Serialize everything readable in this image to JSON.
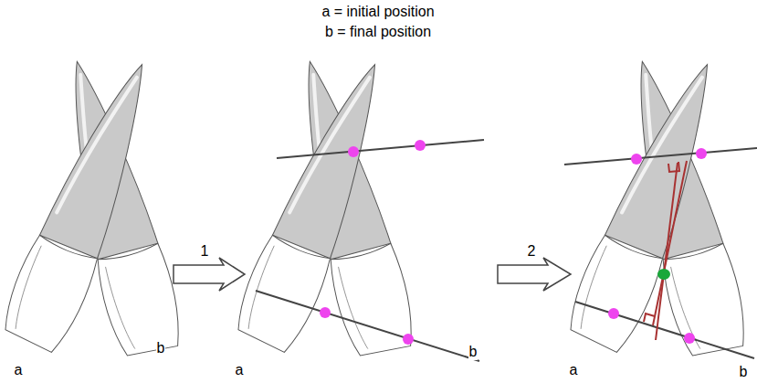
{
  "diagram": {
    "labels": [
      "a = initial position",
      "b = final position",
      "1",
      "2",
      "a",
      "b",
      "a",
      "b",
      "a",
      "b"
    ]
  }
}
